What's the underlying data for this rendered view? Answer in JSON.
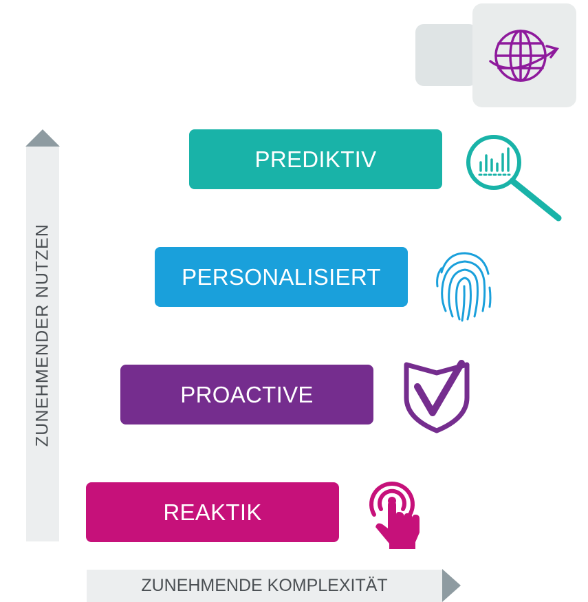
{
  "axes": {
    "y_label": "ZUNEHMENDER NUTZEN",
    "x_label": "ZUNEHMENDE KOMPLEXITÄT"
  },
  "levels": [
    {
      "label": "PREDIKTIV",
      "color": "#19b3a8",
      "icon": "magnifier-chart-icon"
    },
    {
      "label": "PERSONALISIERT",
      "color": "#1aa0db",
      "icon": "fingerprint-icon"
    },
    {
      "label": "PROACTIVE",
      "color": "#752d8e",
      "icon": "shield-check-icon"
    },
    {
      "label": "REAKTIK",
      "color": "#c6117a",
      "icon": "touch-hand-icon"
    }
  ],
  "decoration": {
    "top_icon": "globe-icon",
    "top_icon_color": "#8e1a9c",
    "tile_colors": [
      "#dfe4e5",
      "#e9ecec"
    ],
    "axis_color": "#eceeef",
    "arrow_color": "#8e9ba1"
  }
}
